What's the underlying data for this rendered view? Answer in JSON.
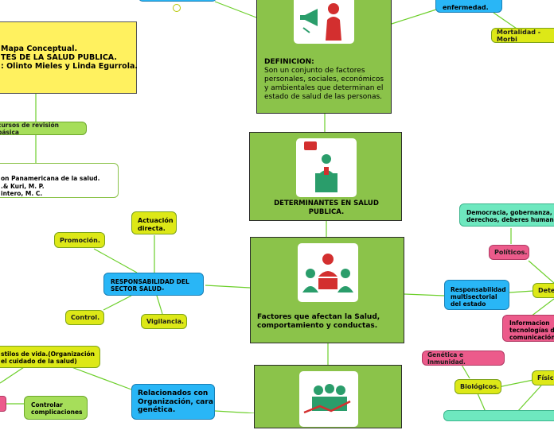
{
  "note": {
    "title": "Mapa Conceptual.",
    "subject": "TES DE LA SALUD PUBLICA.",
    "authors": ": Olinto Mieles y Linda Egurrola."
  },
  "resources_label": "cursos de revisión básica",
  "references": [
    "on Panamericana de la salud.",
    ".& Kuri, M. P.",
    "intero, M. C."
  ],
  "definicion": {
    "heading": "DEFINICION:",
    "body": "Son un conjunto de factores personales, sociales, económicos y ambientales que determinan el estado de salud de las personas."
  },
  "enfermedad_label": "enfermedad.",
  "mortalidad_label": "Mortalidad -Morbi",
  "determinantes_label": "DETERMINANTES EN SALUD PUBLICA.",
  "factores_label": "Factores que afectan la Salud, comportamiento y conductas.",
  "responsabilidad": {
    "label": "RESPONSABILIDAD DEL SECTOR SALUD-",
    "children": [
      "Promoción.",
      "Actuación directa.",
      "Control.",
      "Vigilancia."
    ]
  },
  "estado": {
    "label": "Responsabilidad multisectorial del estado",
    "politicos": "Políticos.",
    "democracia": "Democracia, gobernanza, derechos, deberes humanos",
    "informacion": "Informacion tecnologías de comunicación.",
    "dete": "Dete"
  },
  "genetica": {
    "label": "Genética e Inmunidad.",
    "biologicos": "Biológicos.",
    "fisicos": "Físic"
  },
  "estilos_label": "stilos de vida.(Organización el cuidado de la salud)",
  "relacionados_label": "Relacionados con Organización, cara genética.",
  "controlar_label": "Controlar complicaciones",
  "colors": {
    "node": "#8bc34a",
    "edge": "#6ccf2a",
    "yellow": "#fff15f",
    "lime": "#dde817",
    "blue": "#29b6f6",
    "pink": "#ec5b8b",
    "mint": "#6ee8bf"
  }
}
